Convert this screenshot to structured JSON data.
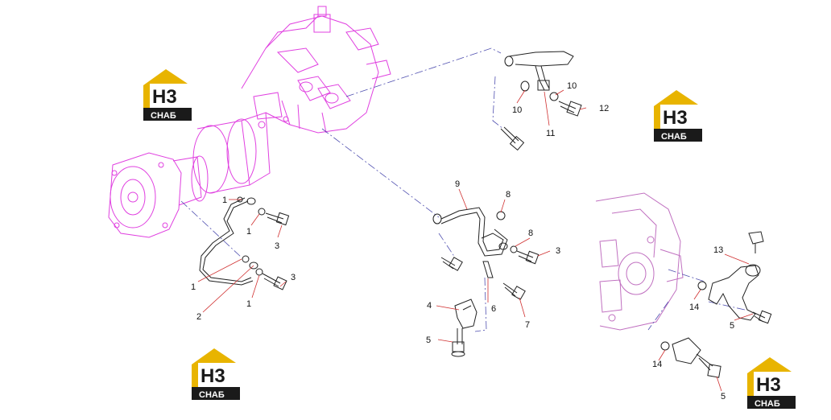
{
  "colors": {
    "pump": "#e040e0",
    "engine": "#c070c0",
    "parts": "#222222",
    "leader": "#d03030",
    "centerline": "#5050b0",
    "logo_gold": "#e8b400",
    "logo_dark": "#1a1a1a"
  },
  "logos": {
    "top_letters": "H3",
    "bottom_text": "СНАБ"
  },
  "callouts": [
    {
      "id": "c1a",
      "text": "1"
    },
    {
      "id": "c1b",
      "text": "1"
    },
    {
      "id": "c3a",
      "text": "3"
    },
    {
      "id": "c1c",
      "text": "1"
    },
    {
      "id": "c2",
      "text": "2"
    },
    {
      "id": "c1d",
      "text": "1"
    },
    {
      "id": "c3b",
      "text": "3"
    },
    {
      "id": "c10a",
      "text": "10"
    },
    {
      "id": "c10b",
      "text": "10"
    },
    {
      "id": "c12",
      "text": "12"
    },
    {
      "id": "c11",
      "text": "11"
    },
    {
      "id": "c9",
      "text": "9"
    },
    {
      "id": "c8a",
      "text": "8"
    },
    {
      "id": "c8b",
      "text": "8"
    },
    {
      "id": "c3c",
      "text": "3"
    },
    {
      "id": "c4",
      "text": "4"
    },
    {
      "id": "c6",
      "text": "6"
    },
    {
      "id": "c7",
      "text": "7"
    },
    {
      "id": "c5a",
      "text": "5"
    },
    {
      "id": "c13",
      "text": "13"
    },
    {
      "id": "c14a",
      "text": "14"
    },
    {
      "id": "c5b",
      "text": "5"
    },
    {
      "id": "c14b",
      "text": "14"
    },
    {
      "id": "c5c",
      "text": "5"
    }
  ]
}
